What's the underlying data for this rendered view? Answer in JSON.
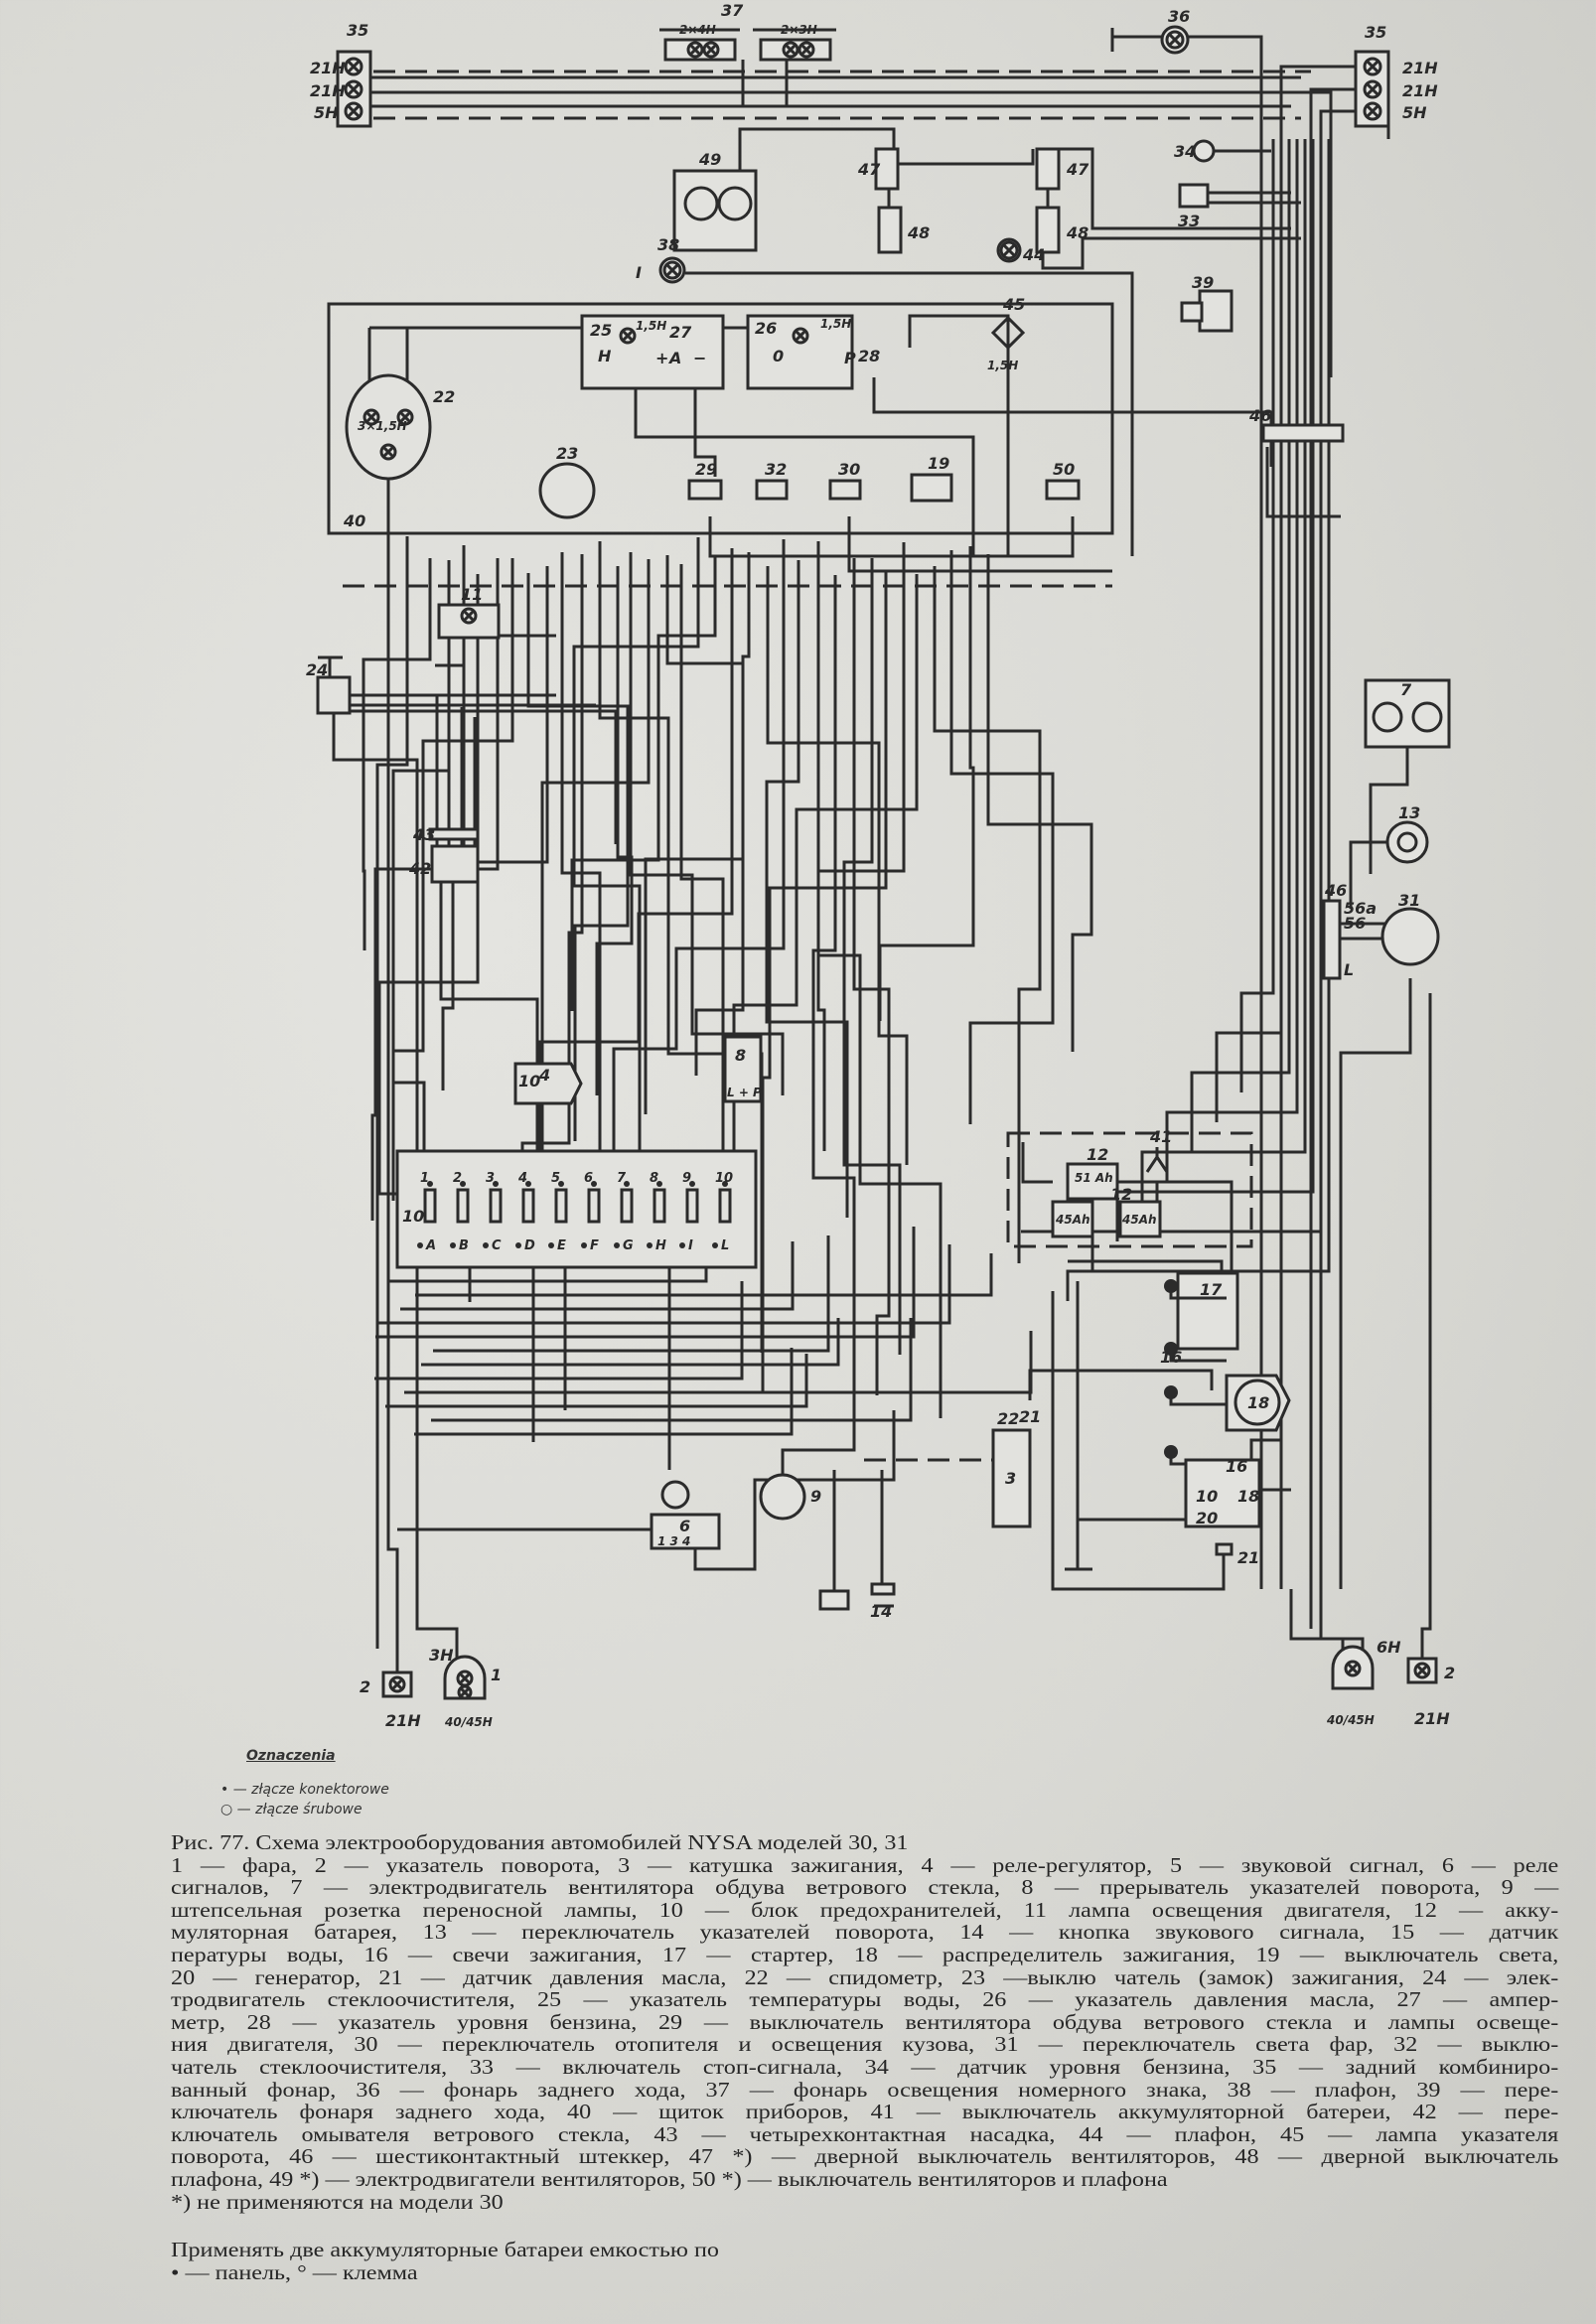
{
  "diagram": {
    "labels": [
      "35",
      "21H",
      "21H",
      "5H",
      "37",
      "2×4H",
      "2×3H",
      "36",
      "35",
      "21H",
      "21H",
      "5H",
      "49",
      "47",
      "47",
      "48",
      "48",
      "44",
      "34",
      "33",
      "38",
      "I",
      "39",
      "25",
      "H",
      "1,5H",
      "27",
      "A",
      "+",
      "−",
      "26",
      "0",
      "1,5H",
      "P",
      "28",
      "45",
      "1,5H",
      "22",
      "3×1,5H",
      "23",
      "29",
      "32",
      "30",
      "19",
      "50",
      "40",
      "46",
      "11",
      "24",
      "43",
      "42",
      "7",
      "13",
      "31",
      "46",
      "56a",
      "56",
      "L",
      "4",
      "10",
      "8",
      "L + P",
      "10",
      "12",
      "51 Ah",
      "45Ah",
      "45Ah",
      "12",
      "41",
      "17",
      "16",
      "18",
      "16",
      "10",
      "18",
      "20",
      "21",
      "3",
      "22",
      "21",
      "6",
      "1  3  4",
      "9",
      "14",
      "2",
      "21H",
      "3H",
      "1",
      "40/45H",
      "6H",
      "40/45H",
      "2",
      "21H"
    ],
    "fuse_numbers": [
      "1",
      "2",
      "3",
      "4",
      "5",
      "6",
      "7",
      "8",
      "9",
      "10"
    ],
    "fuse_terminals": [
      "A",
      "B",
      "C",
      "D",
      "E",
      "F",
      "G",
      "H",
      "I",
      "L"
    ]
  },
  "legend": {
    "title": "Oznaczenia",
    "items": [
      "• — złącze konektorowe",
      "○ — złącze śrubowe"
    ]
  },
  "caption": {
    "lines": [
      "Рис. 77. Схема электрооборудования автомобилей NYSA моделей 30, 31",
      "1 — фара, 2 — указатель поворота, 3 — катушка зажигания, 4 — реле-регулятор, 5 — звуковой сигнал, 6 — реле",
      "сигналов, 7 — электродвигатель вентилятора обдува ветрового стекла, 8 — прерыватель указателей поворота, 9 —",
      "штепсельная розетка переносной лампы, 10 — блок предохранителей, 11 лампа освещения двигателя, 12 — акку-",
      "муляторная батарея, 13 — переключатель указателей поворота, 14 — кнопка звукового сигнала, 15 — датчик",
      "пературы воды, 16 — свечи зажигания, 17 — стартер, 18 — распределитель зажигания, 19 — выключатель света,",
      "20 — генератор, 21 — датчик давления масла, 22 — спидометр, 23 —выклю чатель (замок) зажигания, 24 — элек-",
      "тродвигатель стеклоочистителя, 25 — указатель температуры воды, 26 — указатель давления масла, 27 — ампер-",
      "метр, 28 — указатель уровня бензина, 29 — выключатель вентилятора обдува ветрового стекла и лампы освеще-",
      "ния двигателя, 30 — переключатель отопителя и освещения кузова, 31 — переключатель света фар, 32 — выклю-",
      "чатель стеклоочистителя, 33 — включатель стоп-сигнала, 34 — датчик уровня бензина, 35 — задний комбиниро-",
      "ванный фонар, 36 — фонарь заднего хода, 37 — фонарь освещения номерного знака, 38 — плафон, 39 — пере-",
      "ключатель фонаря заднего хода, 40 — щиток приборов, 41 — выключатель аккумуляторной батереи, 42 — пере-",
      "ключатель омывателя ветрового стекла, 43 — четырехконтактная насадка, 44 — плафон, 45 — лампа указателя",
      "поворота, 46 — шестиконтактный штеккер, 47 *) — дверной выключатель вентиляторов, 48 — дверной выключатель",
      "плафона, 49 *) — электродвигатели вентиляторов, 50 *) — выключатель вентиляторов и плафона",
      "*) не применяются на модели 30"
    ],
    "note_1": "Применять две аккумуляторные батареи емкостью по",
    "note_2": "• — панель, ° — клемма"
  }
}
